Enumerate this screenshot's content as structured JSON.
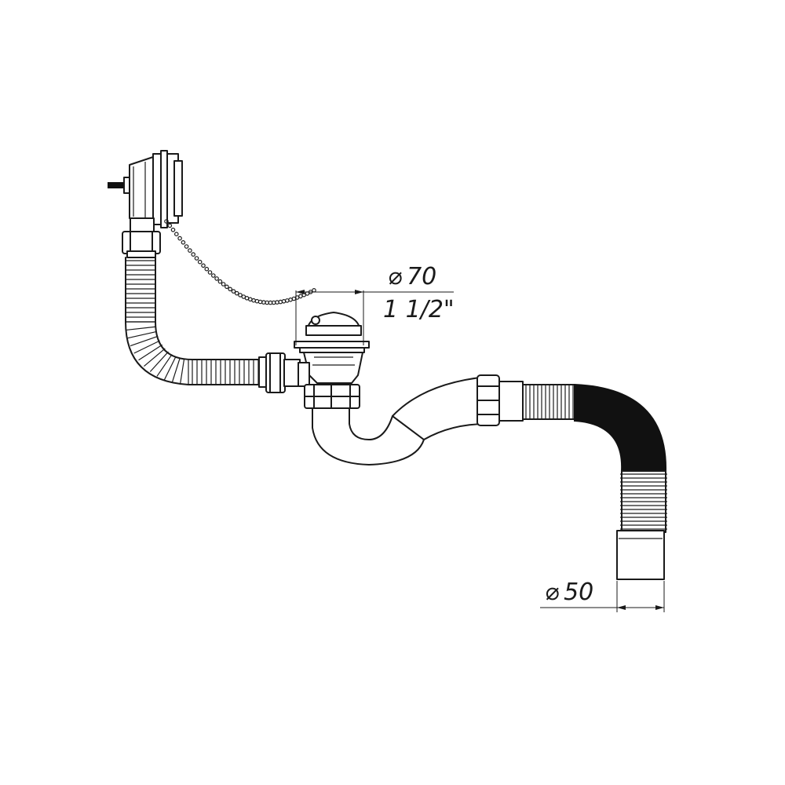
{
  "dimensions": {
    "outlet_diameter": "70",
    "outlet_thread": "1 1/2\"",
    "drain_diameter": "50",
    "diameter_symbol": "⌀"
  },
  "colors": {
    "line": "#1a1a1a",
    "background": "#ffffff",
    "black_hose": "#111111"
  }
}
